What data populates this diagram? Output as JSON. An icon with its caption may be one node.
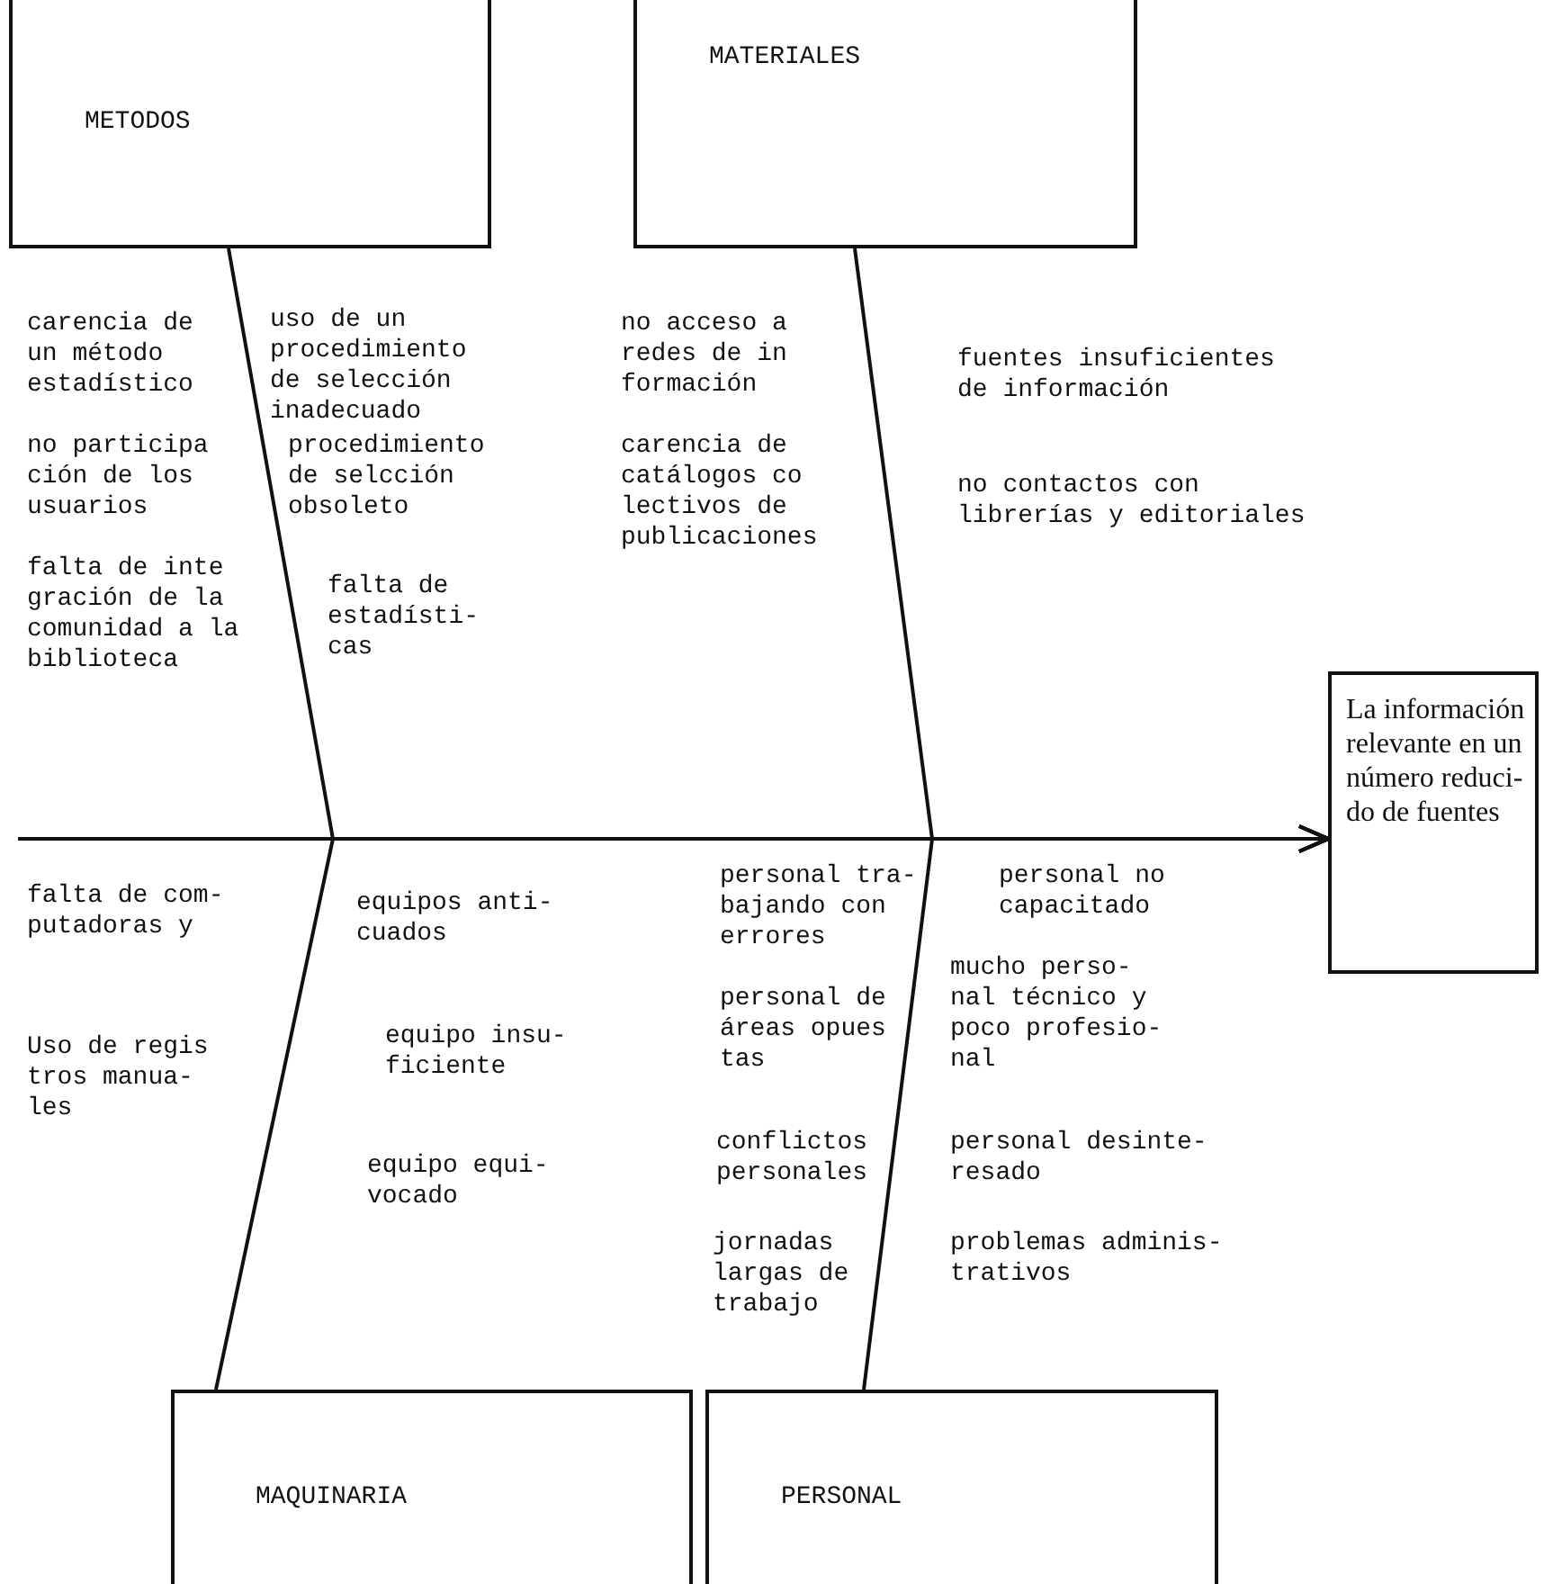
{
  "diagram": {
    "nodes": [
      {
        "text": [
          "METODOS"
        ],
        "beside": [
          "carencia de un método estadístico",
          "no participa ción de los usuarios",
          "falta de inte gración de la comunidad a la biblioteca",
          "uso de un procedimiento de selección inadecuado",
          "procedimiento de selcción obsoleto",
          "falta de estadísti- cas"
        ]
      },
      {
        "text": [
          "MATERIALES"
        ],
        "beside": [
          "no acceso a redes de in formación",
          "carencia de catálogos co lectivos de publicaciones",
          "fuentes insuficientes de información",
          "no contactos con librerías y editoriales"
        ]
      },
      {
        "text": [
          "La información relevante en un número reduci- do de fuentes"
        ]
      },
      {
        "text": [
          "MAQUINARIA"
        ],
        "beside": [
          "falta de com- putadoras y",
          "Uso de regis tros manua- les",
          "equipos anti- cuados",
          "equipo insu- ficiente",
          "equipo equi- vocado"
        ]
      },
      {
        "text": [
          "PERSONAL"
        ],
        "beside": [
          "personal tra- bajando con errores",
          "personal de áreas opues tas",
          "conflictos personales",
          "jornadas largas de trabajo",
          "personal no capacitado",
          "mucho perso- nal técnico y poco profesio- nal",
          "personal desinte- resado",
          "problemas adminis- trativos"
        ]
      }
    ],
    "edges": [
      {
        "from": 0,
        "to": 2,
        "arrow": "to"
      },
      {
        "from": 1,
        "to": 2,
        "arrow": "to"
      },
      {
        "from": 3,
        "to": 2,
        "arrow": "to"
      },
      {
        "from": 4,
        "to": 2,
        "arrow": "to"
      },
      {
        "from": null,
        "to": 2,
        "arrow": "to"
      }
    ]
  }
}
